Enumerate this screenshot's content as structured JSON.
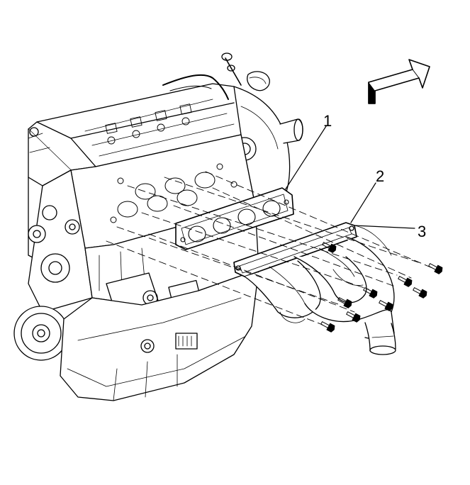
{
  "callouts": [
    {
      "number": "1"
    },
    {
      "number": "2"
    },
    {
      "number": "3"
    }
  ],
  "bolt_count": 9,
  "direction_arrow": {
    "icon": "front-direction-arrow-icon"
  }
}
